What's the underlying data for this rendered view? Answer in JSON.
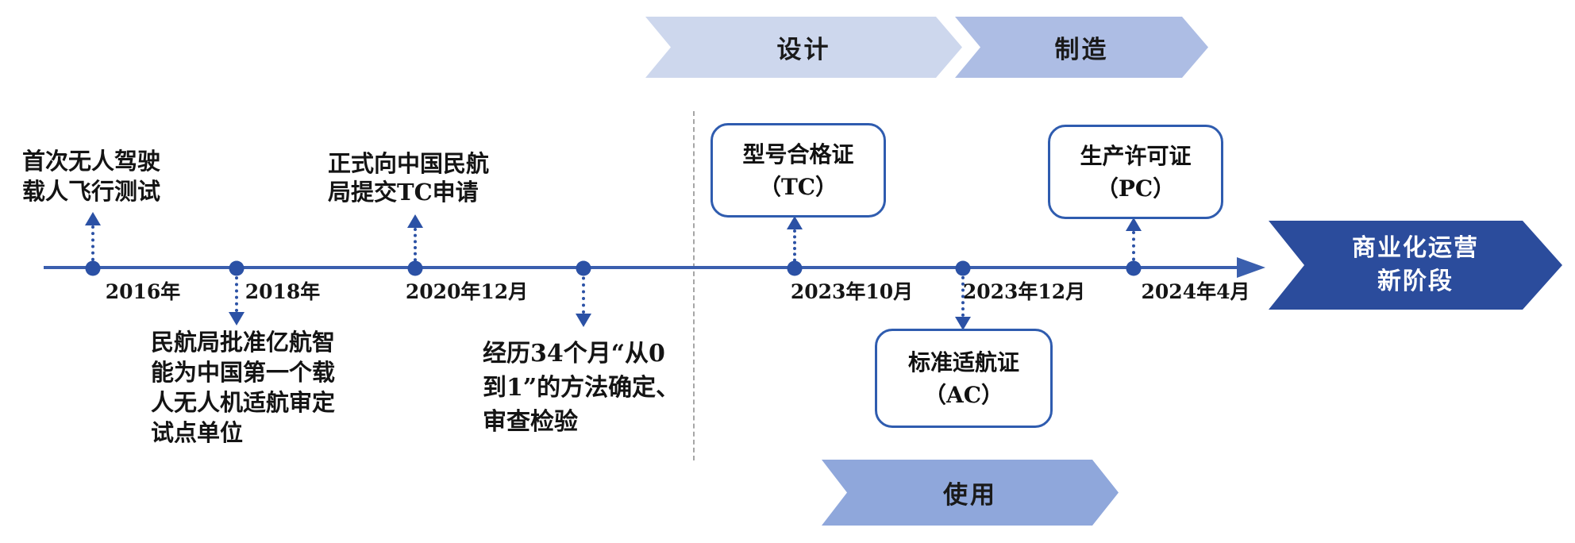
{
  "stages": {
    "design": "设计",
    "manufacture": "制造",
    "use": "使用"
  },
  "final_stage": {
    "lines": [
      "商业化运营",
      "新阶段"
    ]
  },
  "timeline": {
    "dates": [
      "2016年",
      "2018年",
      "2020年12月",
      "2023年10月",
      "2023年12月",
      "2024年4月"
    ]
  },
  "events": {
    "first_flight": {
      "lines": [
        "首次无人驾驶",
        "载人飞行测试"
      ]
    },
    "tc_application": {
      "lines": [
        "正式向中国民航",
        "局提交TC申请"
      ]
    },
    "pilot_unit": {
      "lines": [
        "民航局批准亿航智",
        "能为中国第一个载",
        "人无人机适航审定",
        "试点单位"
      ]
    },
    "method_review": {
      "lines": [
        "经历34个月“从0",
        "到1”的方法确定、",
        "审查检验"
      ]
    }
  },
  "certificates": {
    "tc": {
      "name": "型号合格证",
      "code": "（TC）"
    },
    "ac": {
      "name": "标准适航证",
      "code": "（AC）"
    },
    "pc": {
      "name": "生产许可证",
      "code": "（PC）"
    }
  },
  "colors": {
    "design_banner": "#cdd7ed",
    "manufacture_banner": "#adbde4",
    "use_banner": "#8fa7db",
    "final_arrow": "#2b4c9c",
    "timeline": "#3a5fae",
    "dot": "#2b51a5",
    "box_border": "#2f5caf",
    "dashed_divider": "#a6a6a6"
  }
}
